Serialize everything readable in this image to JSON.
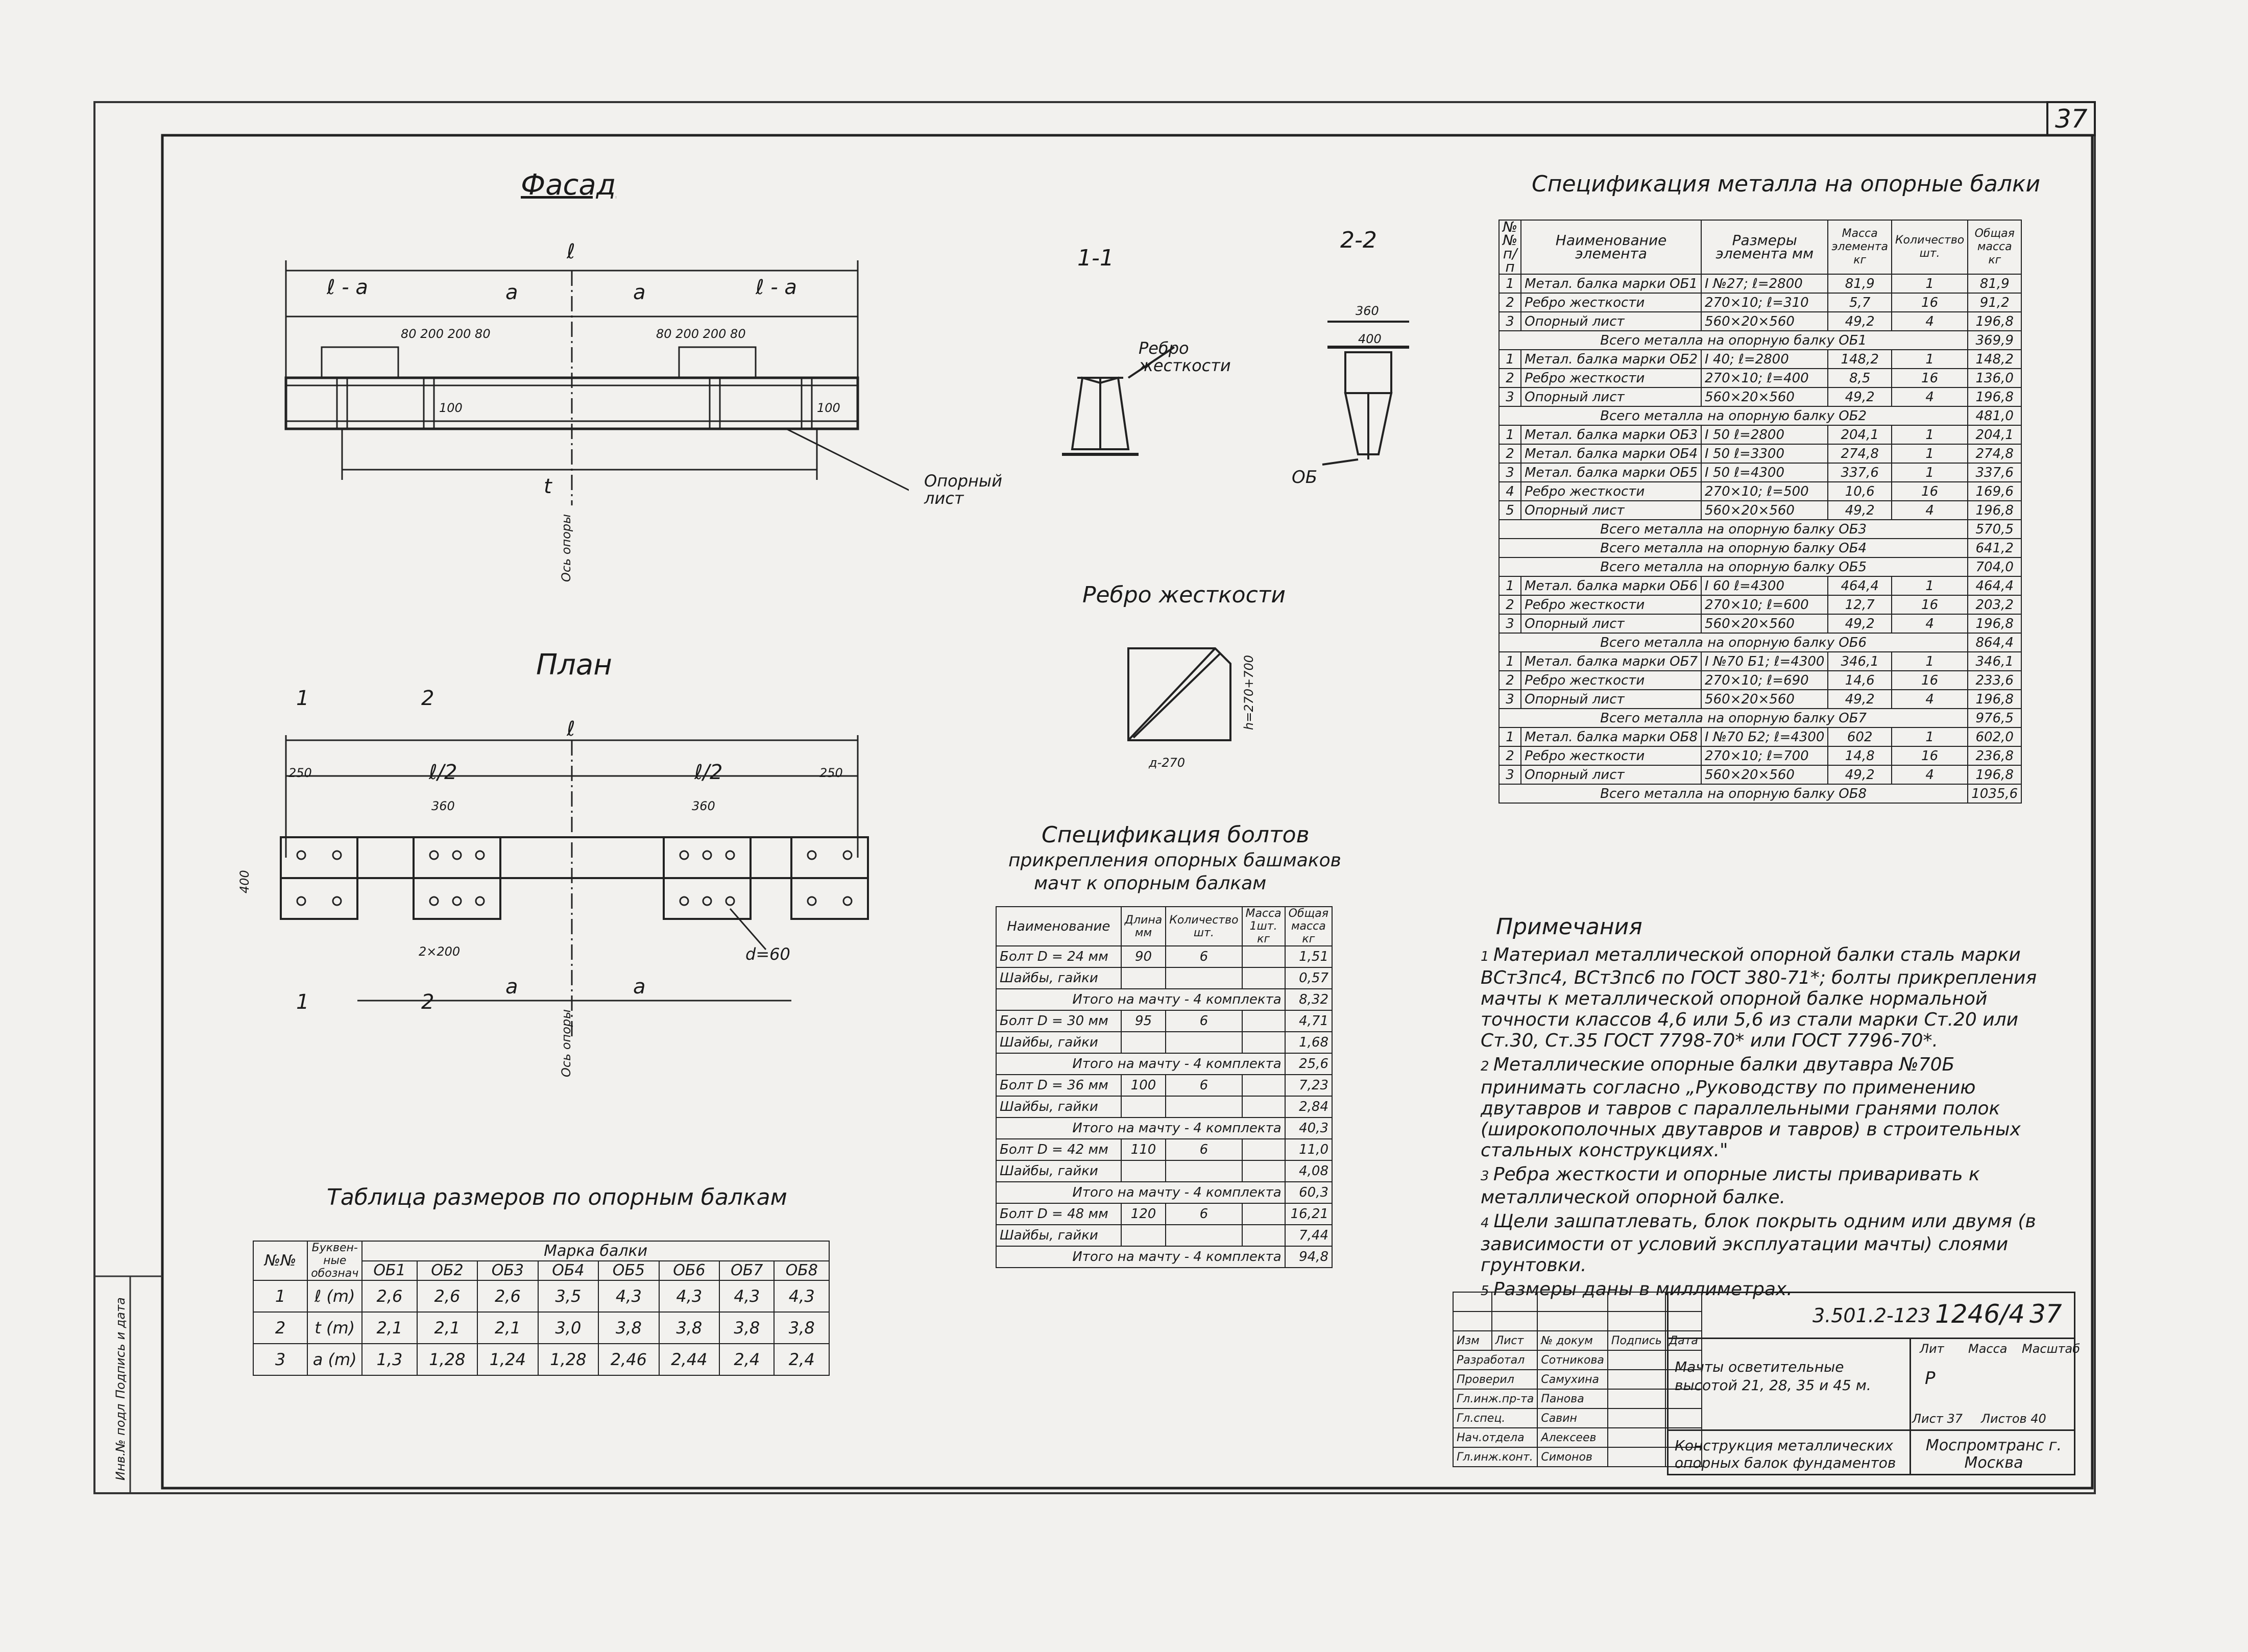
{
  "sheet_number": "37",
  "titles": {
    "facade": "Фасад",
    "plan": "План",
    "section_1": "1-1",
    "section_2": "2-2",
    "rib": "Ребро жесткости",
    "sizes_table": "Таблица размеров по опорным балкам",
    "bolt_spec": "Спецификация болтов",
    "bolt_spec_sub1": "прикрепления опорных башмаков",
    "bolt_spec_sub2": "мачт к опорным балкам",
    "metal_spec": "Спецификация металла на опорные балки",
    "notes_title": "Примечания"
  },
  "drawing_labels": {
    "l": "ℓ",
    "t": "t",
    "half_l": "ℓ/2",
    "l_minus_a": "ℓ - a",
    "a": "a",
    "two": "2",
    "os_opory": "Ось опоры",
    "rebro_zhestkosti": "Ребро жесткости",
    "opornyi_list": "Опорный лист",
    "ob": "ОБ",
    "d60": "d=60",
    "w360": "360",
    "w400": "400",
    "w80": "80",
    "w250": "250",
    "w100": "100",
    "w200": "2×200",
    "dims_top": "80 200 200 80",
    "h_rib": "h=270+700",
    "d_rib": "д-270",
    "cut1": "1",
    "cut2": "2"
  },
  "sizes_table": {
    "headers": [
      "№№",
      "Буквен-ные обознач",
      "Марка балки"
    ],
    "marks": [
      "ОБ1",
      "ОБ2",
      "ОБ3",
      "ОБ4",
      "ОБ5",
      "ОБ6",
      "ОБ7",
      "ОБ8"
    ],
    "rows": [
      {
        "n": "1",
        "sym": "ℓ (m)",
        "vals": [
          "2,6",
          "2,6",
          "2,6",
          "3,5",
          "4,3",
          "4,3",
          "4,3",
          "4,3"
        ]
      },
      {
        "n": "2",
        "sym": "t (m)",
        "vals": [
          "2,1",
          "2,1",
          "2,1",
          "3,0",
          "3,8",
          "3,8",
          "3,8",
          "3,8"
        ]
      },
      {
        "n": "3",
        "sym": "a (m)",
        "vals": [
          "1,3",
          "1,28",
          "1,24",
          "1,28",
          "2,46",
          "2,44",
          "2,4",
          "2,4"
        ]
      }
    ]
  },
  "bolt_table": {
    "headers": [
      "Наименование",
      "Длина мм",
      "Количество шт.",
      "Масса 1шт. кг",
      "Общая масса кг"
    ],
    "rows": [
      {
        "name": "Болт D = 24 мм",
        "len": "90",
        "qty": "6",
        "m1": "",
        "total": "1,51"
      },
      {
        "name": "Шайбы, гайки",
        "len": "",
        "qty": "",
        "m1": "",
        "total": "0,57"
      },
      {
        "subtotal": "Итого на мачту - 4 комплекта",
        "total": "8,32"
      },
      {
        "name": "Болт D = 30 мм",
        "len": "95",
        "qty": "6",
        "m1": "",
        "total": "4,71"
      },
      {
        "name": "Шайбы, гайки",
        "len": "",
        "qty": "",
        "m1": "",
        "total": "1,68"
      },
      {
        "subtotal": "Итого на мачту - 4 комплекта",
        "total": "25,6"
      },
      {
        "name": "Болт D = 36 мм",
        "len": "100",
        "qty": "6",
        "m1": "",
        "total": "7,23"
      },
      {
        "name": "Шайбы, гайки",
        "len": "",
        "qty": "",
        "m1": "",
        "total": "2,84"
      },
      {
        "subtotal": "Итого на мачту - 4 комплекта",
        "total": "40,3"
      },
      {
        "name": "Болт D = 42 мм",
        "len": "110",
        "qty": "6",
        "m1": "",
        "total": "11,0"
      },
      {
        "name": "Шайбы, гайки",
        "len": "",
        "qty": "",
        "m1": "",
        "total": "4,08"
      },
      {
        "subtotal": "Итого на мачту - 4 комплекта",
        "total": "60,3"
      },
      {
        "name": "Болт D = 48 мм",
        "len": "120",
        "qty": "6",
        "m1": "",
        "total": "16,21"
      },
      {
        "name": "Шайбы, гайки",
        "len": "",
        "qty": "",
        "m1": "",
        "total": "7,44"
      },
      {
        "subtotal": "Итого на мачту - 4 комплекта",
        "total": "94,8"
      }
    ]
  },
  "metal_table": {
    "headers": [
      "№№ п/п",
      "Наименование элемента",
      "Размеры элемента мм",
      "Масса элемента кг",
      "Количество шт.",
      "Общая масса кг"
    ],
    "rows": [
      {
        "n": "1",
        "name": "Метал. балка марки ОБ1",
        "size": "I №27; ℓ=2800",
        "mass": "81,9",
        "qty": "1",
        "total": "81,9"
      },
      {
        "n": "2",
        "name": "Ребро жесткости",
        "size": "270×10; ℓ=310",
        "mass": "5,7",
        "qty": "16",
        "total": "91,2"
      },
      {
        "n": "3",
        "name": "Опорный лист",
        "size": "560×20×560",
        "mass": "49,2",
        "qty": "4",
        "total": "196,8"
      },
      {
        "subtotal": "Всего металла на опорную балку ОБ1",
        "total": "369,9"
      },
      {
        "n": "1",
        "name": "Метал. балка марки ОБ2",
        "size": "I 40; ℓ=2800",
        "mass": "148,2",
        "qty": "1",
        "total": "148,2"
      },
      {
        "n": "2",
        "name": "Ребро жесткости",
        "size": "270×10; ℓ=400",
        "mass": "8,5",
        "qty": "16",
        "total": "136,0"
      },
      {
        "n": "3",
        "name": "Опорный лист",
        "size": "560×20×560",
        "mass": "49,2",
        "qty": "4",
        "total": "196,8"
      },
      {
        "subtotal": "Всего металла на опорную балку ОБ2",
        "total": "481,0"
      },
      {
        "n": "1",
        "name": "Метал. балка марки ОБ3",
        "size": "I 50  ℓ=2800",
        "mass": "204,1",
        "qty": "1",
        "total": "204,1"
      },
      {
        "n": "2",
        "name": "Метал. балка марки ОБ4",
        "size": "I 50  ℓ=3300",
        "mass": "274,8",
        "qty": "1",
        "total": "274,8"
      },
      {
        "n": "3",
        "name": "Метал. балка марки ОБ5",
        "size": "I 50  ℓ=4300",
        "mass": "337,6",
        "qty": "1",
        "total": "337,6"
      },
      {
        "n": "4",
        "name": "Ребро жесткости",
        "size": "270×10; ℓ=500",
        "mass": "10,6",
        "qty": "16",
        "total": "169,6"
      },
      {
        "n": "5",
        "name": "Опорный лист",
        "size": "560×20×560",
        "mass": "49,2",
        "qty": "4",
        "total": "196,8"
      },
      {
        "subtotal": "Всего металла на опорную балку ОБ3",
        "total": "570,5"
      },
      {
        "subtotal": "Всего металла на опорную балку ОБ4",
        "total": "641,2"
      },
      {
        "subtotal": "Всего металла на опорную балку ОБ5",
        "total": "704,0"
      },
      {
        "n": "1",
        "name": "Метал. балка марки ОБ6",
        "size": "I 60  ℓ=4300",
        "mass": "464,4",
        "qty": "1",
        "total": "464,4"
      },
      {
        "n": "2",
        "name": "Ребро жесткости",
        "size": "270×10; ℓ=600",
        "mass": "12,7",
        "qty": "16",
        "total": "203,2"
      },
      {
        "n": "3",
        "name": "Опорный лист",
        "size": "560×20×560",
        "mass": "49,2",
        "qty": "4",
        "total": "196,8"
      },
      {
        "subtotal": "Всего металла на опорную балку ОБ6",
        "total": "864,4"
      },
      {
        "n": "1",
        "name": "Метал. балка марки ОБ7",
        "size": "I №70 Б1; ℓ=4300",
        "mass": "346,1",
        "qty": "1",
        "total": "346,1"
      },
      {
        "n": "2",
        "name": "Ребро жесткости",
        "size": "270×10; ℓ=690",
        "mass": "14,6",
        "qty": "16",
        "total": "233,6"
      },
      {
        "n": "3",
        "name": "Опорный лист",
        "size": "560×20×560",
        "mass": "49,2",
        "qty": "4",
        "total": "196,8"
      },
      {
        "subtotal": "Всего металла на опорную балку ОБ7",
        "total": "976,5"
      },
      {
        "n": "1",
        "name": "Метал. балка марки ОБ8",
        "size": "I №70 Б2; ℓ=4300",
        "mass": "602",
        "qty": "1",
        "total": "602,0"
      },
      {
        "n": "2",
        "name": "Ребро жесткости",
        "size": "270×10; ℓ=700",
        "mass": "14,8",
        "qty": "16",
        "total": "236,8"
      },
      {
        "n": "3",
        "name": "Опорный лист",
        "size": "560×20×560",
        "mass": "49,2",
        "qty": "4",
        "total": "196,8"
      },
      {
        "subtotal": "Всего металла на опорную балку ОБ8",
        "total": "1035,6"
      }
    ]
  },
  "notes": [
    "Материал металлической опорной балки сталь марки ВСт3пс4, ВСт3пс6 по ГОСТ 380-71*; болты прикрепления мачты к металлической опорной балке нормальной точности классов 4,6 или 5,6 из стали марки Ст.20 или Ст.30, Ст.35 ГОСТ 7798-70* или ГОСТ 7796-70*.",
    "Металлические опорные балки двутавра №70Б принимать согласно „Руководству по применению двутавров и тавров с параллельными гранями полок (широкополочных двутавров и тавров) в строительных стальных конструкциях.\"",
    "Ребра жесткости и опорные листы приваривать к металлической опорной балке.",
    "Щели зашпатлевать, блок покрыть одним или двумя (в зависимости от условий эксплуатации мачты) слоями грунтовки.",
    "Размеры даны в миллиметрах."
  ],
  "title_block": {
    "code": "3.501.2-123",
    "album": "1246/4",
    "sheet": "37",
    "head_cols": [
      "Изм",
      "Лист",
      "№ докум",
      "Подпись",
      "Дата"
    ],
    "people": [
      {
        "role": "Разработал",
        "name": "Сотникова"
      },
      {
        "role": "Проверил",
        "name": "Самухина"
      },
      {
        "role": "Гл.инж.пр-та",
        "name": "Панова"
      },
      {
        "role": "Гл.спец.",
        "name": "Савин"
      },
      {
        "role": "Нач.отдела",
        "name": "Алексеев"
      },
      {
        "role": "Гл.инж.конт.",
        "name": "Симонов"
      }
    ],
    "project": "Мачты осветительные высотой 21, 28, 35 и 45 м.",
    "stage_labels": [
      "Лит",
      "Масса",
      "Масштаб"
    ],
    "stage_value": "Р",
    "sheet_label": "Лист 37",
    "sheets_total": "Листов 40",
    "doc_title": "Конструкция металлических опорных балок фундаментов",
    "org": "Моспромтранс г. Москва"
  },
  "margin_labels": {
    "inv": "Инв.№ подл",
    "sign": "Подпись и дата"
  }
}
